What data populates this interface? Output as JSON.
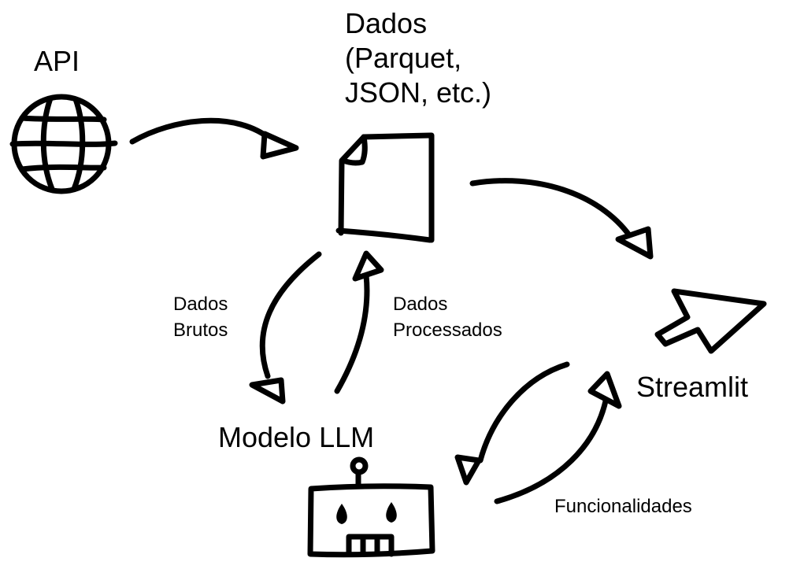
{
  "diagram": {
    "nodes": {
      "api": {
        "label": "API",
        "icon": "globe-icon"
      },
      "data": {
        "label_lines": [
          "Dados",
          "(Parquet,",
          "JSON, etc.)"
        ],
        "icon": "document-icon"
      },
      "llm": {
        "label": "Modelo LLM",
        "icon": "robot-icon"
      },
      "streamlit": {
        "label": "Streamlit",
        "icon": "cursor-icon"
      }
    },
    "edges": [
      {
        "from": "api",
        "to": "data",
        "label": ""
      },
      {
        "from": "data",
        "to": "streamlit",
        "label": ""
      },
      {
        "from": "data",
        "to": "llm",
        "label_lines": [
          "Dados",
          "Brutos"
        ]
      },
      {
        "from": "llm",
        "to": "data",
        "label_lines": [
          "Dados",
          "Processados"
        ]
      },
      {
        "from": "streamlit",
        "to": "llm",
        "label": ""
      },
      {
        "from": "llm",
        "to": "streamlit",
        "label": "Funcionalidades"
      }
    ]
  }
}
